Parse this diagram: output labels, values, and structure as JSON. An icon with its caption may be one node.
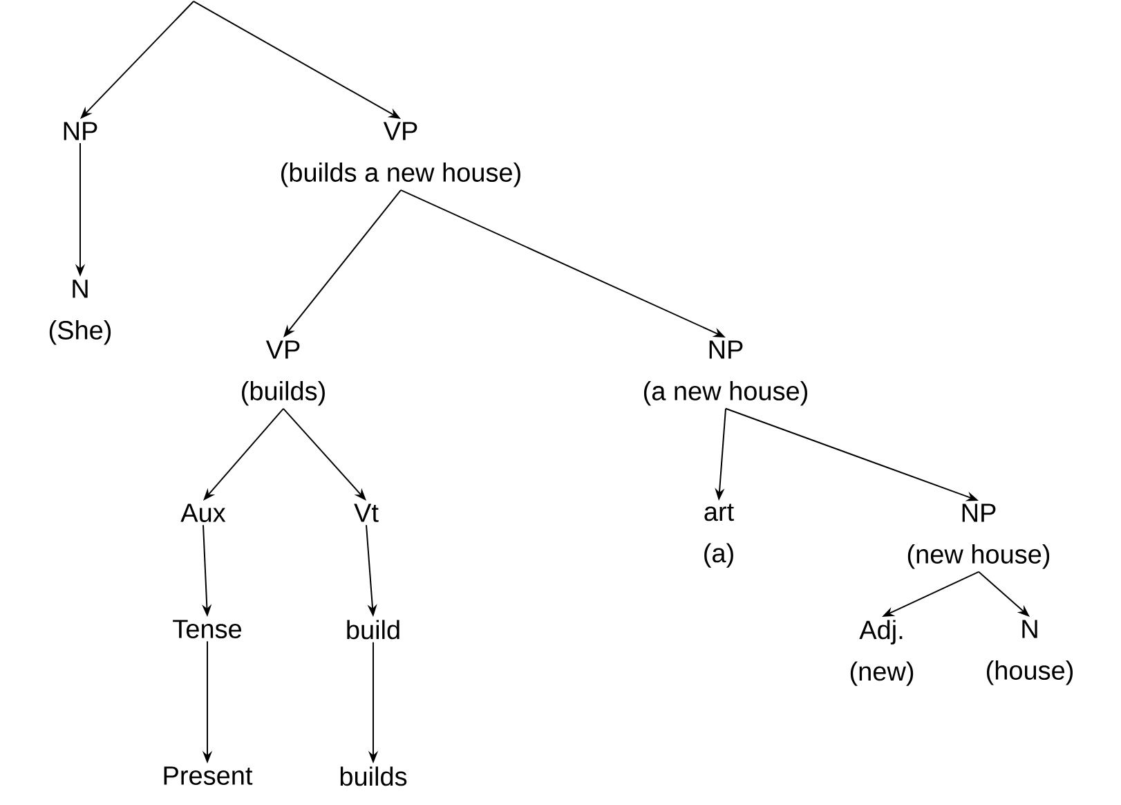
{
  "diagram": {
    "nodes": [
      {
        "text": [
          "NP"
        ]
      },
      {
        "text": [
          "VP",
          "(builds a new house)"
        ]
      },
      {
        "text": [
          "N",
          "(She)"
        ]
      },
      {
        "text": [
          "VP",
          "(builds)"
        ]
      },
      {
        "text": [
          "NP",
          "(a new house)"
        ]
      },
      {
        "text": [
          "Aux"
        ]
      },
      {
        "text": [
          "Vt"
        ]
      },
      {
        "text": [
          "art",
          "(a)"
        ]
      },
      {
        "text": [
          "NP",
          "(new house)"
        ]
      },
      {
        "text": [
          "Tense"
        ]
      },
      {
        "text": [
          "build"
        ]
      },
      {
        "text": [
          "Adj.",
          "(new)"
        ]
      },
      {
        "text": [
          "N",
          "(house)"
        ]
      },
      {
        "text": [
          "Present"
        ]
      },
      {
        "text": [
          "builds"
        ]
      }
    ],
    "edges": [
      {
        "from": null,
        "to": 0,
        "arrow": "to"
      },
      {
        "from": null,
        "to": 1,
        "arrow": "to"
      },
      {
        "from": 0,
        "to": 2,
        "arrow": "to"
      },
      {
        "from": 1,
        "to": 3,
        "arrow": "to"
      },
      {
        "from": 1,
        "to": 4,
        "arrow": "to"
      },
      {
        "from": 3,
        "to": 5,
        "arrow": "to"
      },
      {
        "from": 3,
        "to": 6,
        "arrow": "to"
      },
      {
        "from": 5,
        "to": 9,
        "arrow": "to"
      },
      {
        "from": 6,
        "to": 10,
        "arrow": "to"
      },
      {
        "from": 9,
        "to": 13,
        "arrow": "to"
      },
      {
        "from": 10,
        "to": 14,
        "arrow": "to"
      },
      {
        "from": 4,
        "to": 7,
        "arrow": "to"
      },
      {
        "from": 4,
        "to": 8,
        "arrow": "to"
      },
      {
        "from": 8,
        "to": 11,
        "arrow": "to"
      },
      {
        "from": 8,
        "to": 12,
        "arrow": "to"
      }
    ]
  }
}
